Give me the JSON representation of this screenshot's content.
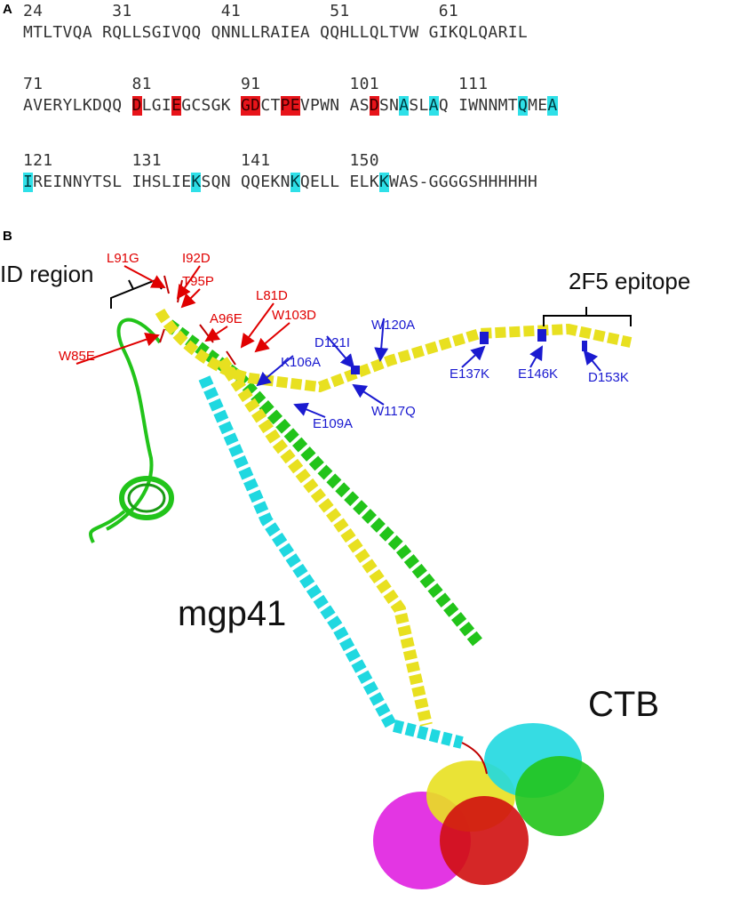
{
  "panel_a": {
    "label": "A",
    "lines": [
      {
        "numbers": "24       31         41         51         61",
        "segments": [
          {
            "text": "MTLTVQA RQLLSGIVQQ QNNLLRAIEA QQHLLQLTVW GIKQLQARIL",
            "hl": ""
          }
        ]
      },
      {
        "numbers": "71         81         91         101        111",
        "segments": [
          {
            "text": "AVERYLKDQQ ",
            "hl": ""
          },
          {
            "text": "D",
            "hl": "red"
          },
          {
            "text": "LGI",
            "hl": ""
          },
          {
            "text": "E",
            "hl": "red"
          },
          {
            "text": "GCSGK ",
            "hl": ""
          },
          {
            "text": "GD",
            "hl": "red"
          },
          {
            "text": "CT",
            "hl": ""
          },
          {
            "text": "PE",
            "hl": "red"
          },
          {
            "text": "VPWN AS",
            "hl": ""
          },
          {
            "text": "D",
            "hl": "red"
          },
          {
            "text": "SN",
            "hl": ""
          },
          {
            "text": "A",
            "hl": "cyan"
          },
          {
            "text": "SL",
            "hl": ""
          },
          {
            "text": "A",
            "hl": "cyan"
          },
          {
            "text": "Q IWNNMT",
            "hl": ""
          },
          {
            "text": "Q",
            "hl": "cyan"
          },
          {
            "text": "ME",
            "hl": ""
          },
          {
            "text": "A",
            "hl": "cyan"
          }
        ]
      },
      {
        "numbers": "121        131        141        150",
        "segments": [
          {
            "text": "I",
            "hl": "cyan"
          },
          {
            "text": "REINNYTSL IHSLIE",
            "hl": ""
          },
          {
            "text": "K",
            "hl": "cyan"
          },
          {
            "text": "SQN QQEKN",
            "hl": ""
          },
          {
            "text": "K",
            "hl": "cyan"
          },
          {
            "text": "QELL ELK",
            "hl": ""
          },
          {
            "text": "K",
            "hl": "cyan"
          },
          {
            "text": "WAS-GGGGSHHHHHH",
            "hl": ""
          }
        ]
      }
    ]
  },
  "panel_b": {
    "label": "B",
    "id_region": "ID region",
    "epitope": "2F5 epitope",
    "mgp41": "mgp41",
    "ctb": "CTB",
    "red_mutations": [
      "L91G",
      "I92D",
      "T95P",
      "A96E",
      "L81D",
      "W103D",
      "W85E"
    ],
    "blue_mutations": [
      "W120A",
      "D121I",
      "K106A",
      "E109A",
      "W117Q",
      "E137K",
      "E146K",
      "D153K"
    ],
    "colors": {
      "red": "#e00000",
      "blue": "#1a1ad0",
      "yellow": "#e8e020",
      "cyan": "#20d8e0",
      "green": "#22c41a",
      "magenta": "#e020e0",
      "dark_red": "#d01010"
    }
  }
}
